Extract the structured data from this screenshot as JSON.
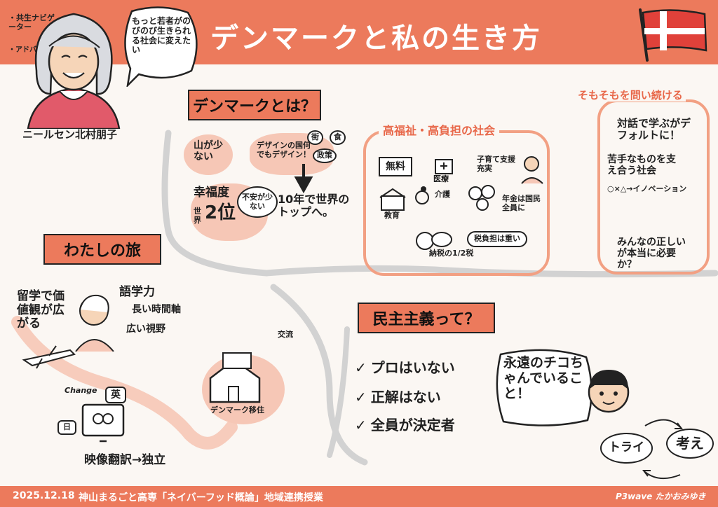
{
  "header": {
    "title": "デンマークと私の生き方",
    "speaker_roles": [
      "・共生ナビゲーター",
      "・アドバイザー"
    ],
    "speaker_quote": "もっと若者がのびのび生きられる社会に変えたい",
    "speaker_name": "ニールセン北村朋子"
  },
  "sections": {
    "denmark": {
      "heading": "デンマークとは？",
      "mountain": "山が少ない",
      "design_country": "デザインの国何でもデザイン！",
      "design_tags": [
        "街",
        "食",
        "政策"
      ],
      "happiness_label": "幸福度",
      "happiness_rank_prefix": "世界",
      "happiness_rank": "2位",
      "anxiety": "不安が少ない",
      "top_world": "10年で世界のトップへ。"
    },
    "welfare": {
      "heading": "高福祉・高負担の社会",
      "free": "無料",
      "medical": "医療",
      "education": "教育",
      "care": "介護",
      "childcare": "子育て支援充実",
      "pension": "年金は国民全員に",
      "tax_note": "税負担は重い",
      "tax_share": "納税の1/2税"
    },
    "questioning": {
      "heading": "そもそもを問い続ける",
      "dialogue": "対話で学ぶがデフォルトに！",
      "support": "苦手なものを支え合う社会",
      "innovation": "○×△→イノベーション",
      "correctness": "みんなの正しいが本当に必要か？"
    },
    "journey": {
      "heading": "わたしの旅",
      "study_abroad": "留学で価値観が広がる",
      "language": "語学力",
      "long_time": "長い時間軸",
      "wide_view": "広い視野",
      "change": "Change",
      "english": "英",
      "japanese": "日",
      "translation": "映像翻訳→独立",
      "move": "デンマーク移住",
      "exchange": "交流"
    },
    "democracy": {
      "heading": "民主主義って？",
      "points": [
        "プロはいない",
        "正解はない",
        "全員が決定者"
      ],
      "eternal": "永遠のチコちゃんでいること！",
      "try": "トライ",
      "think": "考え"
    }
  },
  "footer": {
    "date": "2025.12.18",
    "course": "神山まるごと高専「ネイバーフッド概論」地域連携授業",
    "credit": "P3wave たかおみゆき"
  },
  "colors": {
    "accent": "#ec7a5c",
    "peach": "#f6c7b6",
    "flag_red": "#e0413a",
    "ink": "#1f1f1f",
    "background": "#fbf7f3"
  }
}
